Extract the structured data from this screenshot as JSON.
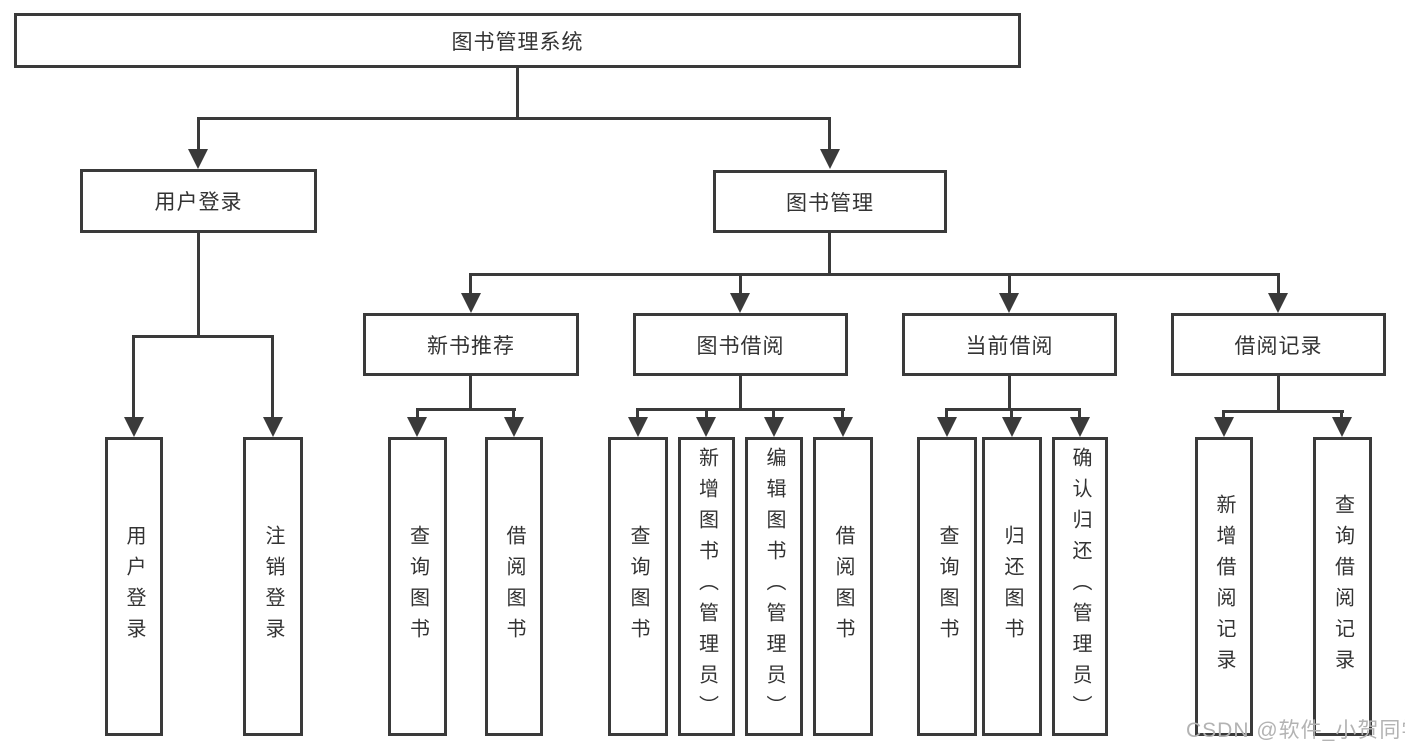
{
  "tree": {
    "root": {
      "label": "图书管理系统",
      "children": [
        {
          "label": "用户登录",
          "children": [
            {
              "label": "用户登录"
            },
            {
              "label": "注销登录"
            }
          ]
        },
        {
          "label": "图书管理",
          "children": [
            {
              "label": "新书推荐",
              "children": [
                {
                  "label": "查询图书"
                },
                {
                  "label": "借阅图书"
                }
              ]
            },
            {
              "label": "图书借阅",
              "children": [
                {
                  "label": "查询图书"
                },
                {
                  "label": "新增图书（管理员）"
                },
                {
                  "label": "编辑图书（管理员）"
                },
                {
                  "label": "借阅图书"
                }
              ]
            },
            {
              "label": "当前借阅",
              "children": [
                {
                  "label": "查询图书"
                },
                {
                  "label": "归还图书"
                },
                {
                  "label": "确认归还（管理员）"
                }
              ]
            },
            {
              "label": "借阅记录",
              "children": [
                {
                  "label": "新增借阅记录"
                },
                {
                  "label": "查询借阅记录"
                }
              ]
            }
          ]
        }
      ]
    }
  },
  "watermark": {
    "text": "CSDN @软件_小贺同学"
  },
  "colors": {
    "line": "#3a3a3a",
    "text": "#333333",
    "watermark": "#b3b3b3",
    "background": "#ffffff"
  }
}
